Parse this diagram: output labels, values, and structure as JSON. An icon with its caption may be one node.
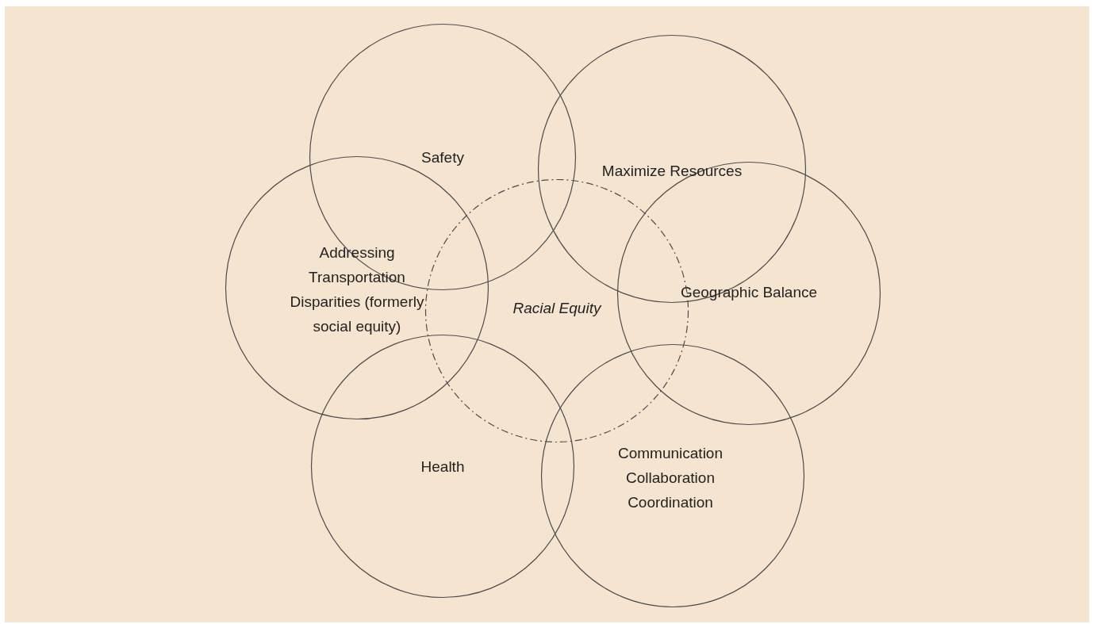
{
  "diagram": {
    "nodes": [
      {
        "text": [
          "Safety"
        ]
      },
      {
        "text": [
          "Maximize Resources"
        ]
      },
      {
        "text": [
          "Addressing Transportation Disparities (formerly social equity)"
        ]
      },
      {
        "text": [
          "Racial Equity"
        ]
      },
      {
        "text": [
          "Geographic Balance"
        ]
      },
      {
        "text": [
          "Health"
        ]
      },
      {
        "text": [
          "Communication Collaboration Coordination"
        ]
      }
    ],
    "edges": []
  }
}
